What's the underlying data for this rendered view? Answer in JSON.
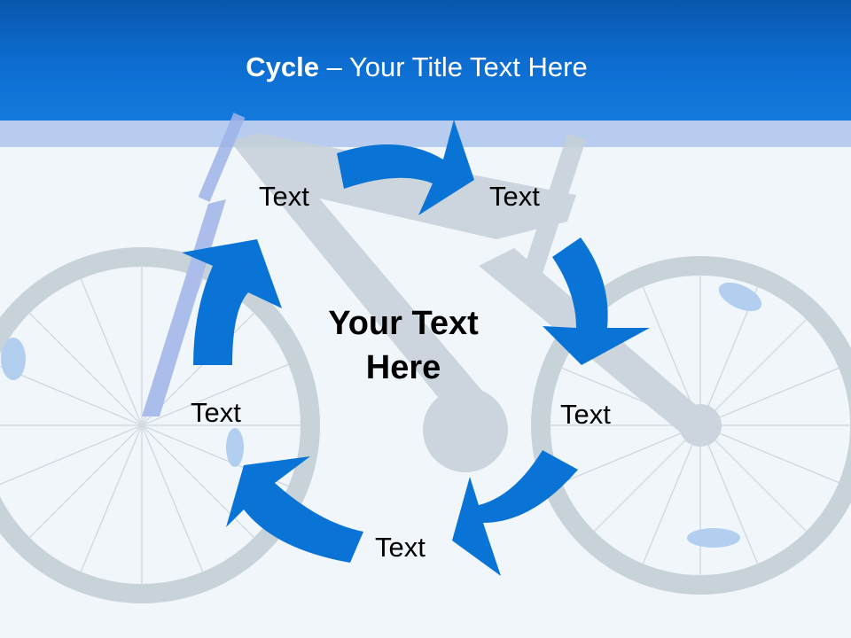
{
  "slide": {
    "title_bold": "Cycle",
    "title_rest": " – Your Title Text Here"
  },
  "cycle": {
    "center_line1": "Your Text",
    "center_line2": "Here",
    "items": [
      "Text",
      "Text",
      "Text",
      "Text",
      "Text"
    ]
  },
  "colors": {
    "header": "#0d6ed2",
    "arrow": "#0a73d6",
    "subband": "#b7ccef"
  },
  "background_image": "bicycle-photo"
}
